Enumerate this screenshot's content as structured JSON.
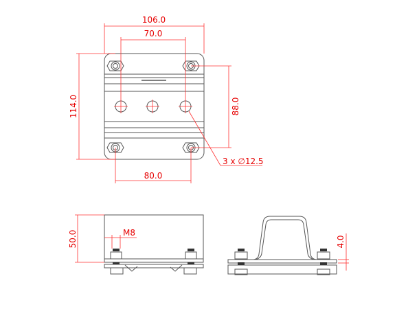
{
  "dimensions": {
    "overall_width": "106.0",
    "hole_pitch": "70.0",
    "overall_height": "114.0",
    "bolt_vertical_pitch": "88.0",
    "bolt_horizontal_pitch": "80.0",
    "hole_callout": "3 x ∅12.5",
    "side_height": "50.0",
    "thread": "M8",
    "thickness": "4.0"
  },
  "colors": {
    "outline": "#555555",
    "dimension": "#e60000"
  }
}
